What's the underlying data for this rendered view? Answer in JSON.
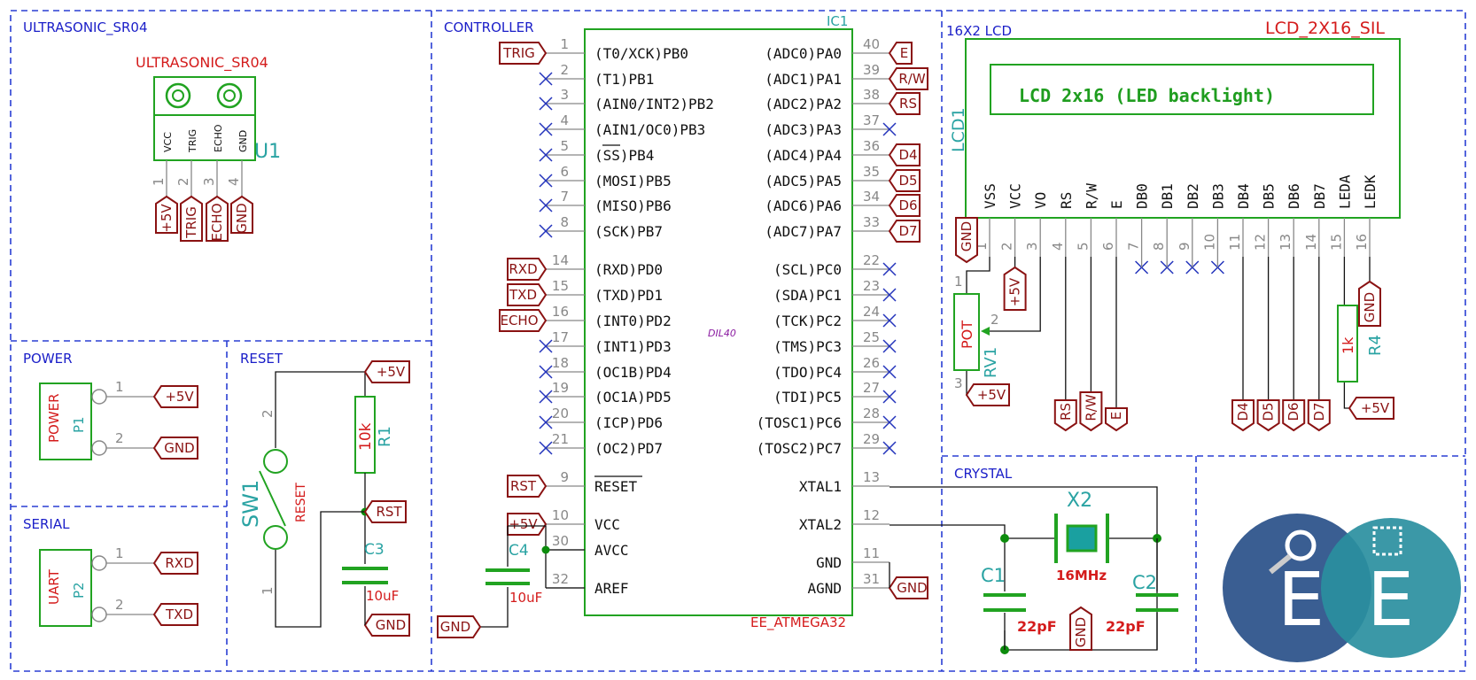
{
  "sections": {
    "ultrasonic": "ULTRASONIC_SR04",
    "controller": "CONTROLLER",
    "lcd": "16X2 LCD",
    "power": "POWER",
    "reset": "RESET",
    "serial": "SERIAL",
    "crystal": "CRYSTAL"
  },
  "ultrasonic": {
    "value": "ULTRASONIC_SR04",
    "ref": "U1",
    "pins": [
      {
        "num": "1",
        "name": "VCC",
        "label": "+5V"
      },
      {
        "num": "2",
        "name": "TRIG",
        "label": "TRIG"
      },
      {
        "num": "3",
        "name": "ECHO",
        "label": "ECHO"
      },
      {
        "num": "4",
        "name": "GND",
        "label": "GND"
      }
    ]
  },
  "mcu": {
    "ref": "IC1",
    "value": "EE_ATMEGA32",
    "footprint": "DIL40",
    "left": [
      {
        "num": "1",
        "name": "(T0/XCK)PB0",
        "label": "TRIG"
      },
      {
        "num": "2",
        "name": "(T1)PB1",
        "label": ""
      },
      {
        "num": "3",
        "name": "(AIN0/INT2)PB2",
        "label": ""
      },
      {
        "num": "4",
        "name": "(AIN1/OC0)PB3",
        "label": ""
      },
      {
        "num": "5",
        "name": "(SS)PB4",
        "label": ""
      },
      {
        "num": "6",
        "name": "(MOSI)PB5",
        "label": ""
      },
      {
        "num": "7",
        "name": "(MISO)PB6",
        "label": ""
      },
      {
        "num": "8",
        "name": "(SCK)PB7",
        "label": ""
      },
      {
        "num": "14",
        "name": "(RXD)PD0",
        "label": "RXD"
      },
      {
        "num": "15",
        "name": "(TXD)PD1",
        "label": "TXD"
      },
      {
        "num": "16",
        "name": "(INT0)PD2",
        "label": "ECHO"
      },
      {
        "num": "17",
        "name": "(INT1)PD3",
        "label": ""
      },
      {
        "num": "18",
        "name": "(OC1B)PD4",
        "label": ""
      },
      {
        "num": "19",
        "name": "(OC1A)PD5",
        "label": ""
      },
      {
        "num": "20",
        "name": "(ICP)PD6",
        "label": ""
      },
      {
        "num": "21",
        "name": "(OC2)PD7",
        "label": ""
      },
      {
        "num": "9",
        "name": "RESET",
        "label": "RST"
      },
      {
        "num": "10",
        "name": "VCC",
        "label": "+5V"
      },
      {
        "num": "30",
        "name": "AVCC",
        "label": ""
      },
      {
        "num": "32",
        "name": "AREF",
        "label": ""
      }
    ],
    "right": [
      {
        "num": "40",
        "name": "(ADC0)PA0",
        "label": "E"
      },
      {
        "num": "39",
        "name": "(ADC1)PA1",
        "label": "R/W"
      },
      {
        "num": "38",
        "name": "(ADC2)PA2",
        "label": "RS"
      },
      {
        "num": "37",
        "name": "(ADC3)PA3",
        "label": ""
      },
      {
        "num": "36",
        "name": "(ADC4)PA4",
        "label": "D4"
      },
      {
        "num": "35",
        "name": "(ADC5)PA5",
        "label": "D5"
      },
      {
        "num": "34",
        "name": "(ADC6)PA6",
        "label": "D6"
      },
      {
        "num": "33",
        "name": "(ADC7)PA7",
        "label": "D7"
      },
      {
        "num": "22",
        "name": "(SCL)PC0",
        "label": ""
      },
      {
        "num": "23",
        "name": "(SDA)PC1",
        "label": ""
      },
      {
        "num": "24",
        "name": "(TCK)PC2",
        "label": ""
      },
      {
        "num": "25",
        "name": "(TMS)PC3",
        "label": ""
      },
      {
        "num": "26",
        "name": "(TDO)PC4",
        "label": ""
      },
      {
        "num": "27",
        "name": "(TDI)PC5",
        "label": ""
      },
      {
        "num": "28",
        "name": "(TOSC1)PC6",
        "label": ""
      },
      {
        "num": "29",
        "name": "(TOSC2)PC7",
        "label": ""
      },
      {
        "num": "13",
        "name": "XTAL1",
        "label": ""
      },
      {
        "num": "12",
        "name": "XTAL2",
        "label": ""
      },
      {
        "num": "11",
        "name": "GND",
        "label": ""
      },
      {
        "num": "31",
        "name": "AGND",
        "label": "GND"
      }
    ],
    "gnd_label": "GND"
  },
  "c4": {
    "ref": "C4",
    "value": "10uF"
  },
  "lcd": {
    "value": "LCD_2X16_SIL",
    "ref": "LCD1",
    "display_text": "LCD 2x16 (LED backlight)",
    "pins": [
      {
        "num": "1",
        "name": "VSS"
      },
      {
        "num": "2",
        "name": "VCC"
      },
      {
        "num": "3",
        "name": "VO"
      },
      {
        "num": "4",
        "name": "RS"
      },
      {
        "num": "5",
        "name": "R/W"
      },
      {
        "num": "6",
        "name": "E"
      },
      {
        "num": "7",
        "name": "DB0"
      },
      {
        "num": "8",
        "name": "DB1"
      },
      {
        "num": "9",
        "name": "DB2"
      },
      {
        "num": "10",
        "name": "DB3"
      },
      {
        "num": "11",
        "name": "DB4"
      },
      {
        "num": "12",
        "name": "DB5"
      },
      {
        "num": "13",
        "name": "DB6"
      },
      {
        "num": "14",
        "name": "DB7"
      },
      {
        "num": "15",
        "name": "LEDA"
      },
      {
        "num": "16",
        "name": "LEDK"
      }
    ],
    "labels": {
      "gnd": "GND",
      "vcc": "+5V",
      "rs": "RS",
      "rw": "R/W",
      "e": "E",
      "d4": "D4",
      "d5": "D5",
      "d6": "D6",
      "d7": "D7",
      "leda": "+5V",
      "ledk": "GND"
    }
  },
  "rv1": {
    "ref": "RV1",
    "value": "POT",
    "pins": [
      "1",
      "2",
      "3"
    ],
    "label": "+5V"
  },
  "r4": {
    "ref": "R4",
    "value": "1k"
  },
  "power": {
    "ref": "P1",
    "value": "POWER",
    "pins": [
      {
        "num": "1",
        "label": "+5V"
      },
      {
        "num": "2",
        "label": "GND"
      }
    ]
  },
  "serial": {
    "ref": "P2",
    "value": "UART",
    "pins": [
      {
        "num": "1",
        "label": "RXD"
      },
      {
        "num": "2",
        "label": "TXD"
      }
    ]
  },
  "reset": {
    "sw_ref": "SW1",
    "sw_value": "RESET",
    "sw_pin_top": "2",
    "sw_pin_bot": "1",
    "r_ref": "R1",
    "r_value": "10k",
    "c_ref": "C3",
    "c_value": "10uF",
    "vcc": "+5V",
    "rst": "RST",
    "gnd": "GND"
  },
  "crystal": {
    "x_ref": "X2",
    "x_value": "16MHz",
    "c1_ref": "C1",
    "c1_value": "22pF",
    "c2_ref": "C2",
    "c2_value": "22pF",
    "gnd": "GND"
  },
  "colors": {
    "frame": "#2a3fd4",
    "body": "#21a321",
    "label": "#8a1212",
    "ref": "#2aa3a3",
    "value": "#d41b1b"
  },
  "logo": {
    "left_letter": "E",
    "right_letter": "E",
    "left_color": "#3a5e92",
    "right_color": "#2a8fa0"
  }
}
